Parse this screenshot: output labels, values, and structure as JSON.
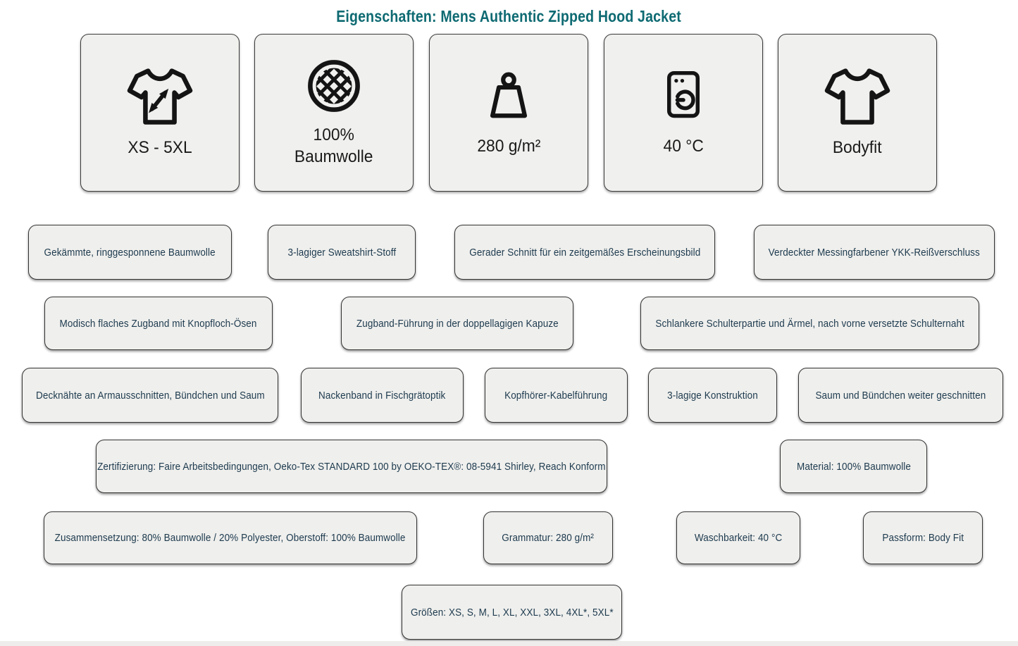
{
  "page": {
    "title": "Eigenschaften: Mens Authentic Zipped Hood Jacket"
  },
  "colors": {
    "title_teal": "#0e6a72",
    "pill_text_navy": "#1d3a4e",
    "panel_bg": "#f0f0ee",
    "panel_border": "#333333",
    "icon_black": "#141414"
  },
  "cards": [
    {
      "icon": "tshirt-size-icon",
      "label": "XS - 5XL"
    },
    {
      "icon": "fabric-weave-icon",
      "label": "100%\nBaumwolle"
    },
    {
      "icon": "weight-icon",
      "label": "280 g/m²"
    },
    {
      "icon": "washing-machine-icon",
      "label": "40 °C"
    },
    {
      "icon": "tshirt-icon",
      "label": "Bodyfit"
    }
  ],
  "features": [
    [
      "Gekämmte, ringgesponnene Baumwolle",
      "3-lagiger Sweatshirt-Stoff",
      "Gerader Schnitt für ein zeitgemäßes Erscheinungsbild",
      "Verdeckter Messingfarbener YKK-Reißverschluss"
    ],
    [
      "Modisch flaches Zugband mit Knopfloch-Ösen",
      "Zugband-Führung in der doppellagigen Kapuze",
      "Schlankere Schulterpartie und Ärmel, nach vorne versetzte Schulternaht"
    ],
    [
      "Decknähte an Armausschnitten, Bündchen und Saum",
      "Nackenband in Fischgrätoptik",
      "Kopfhörer-Kabelführung",
      "3-lagige Konstruktion",
      "Saum und Bündchen weiter geschnitten"
    ],
    [
      "Zertifizierung: Faire Arbeitsbedingungen, Oeko-Tex STANDARD 100 by OEKO-TEX®: 08-5941 Shirley, Reach Konform",
      "Material: 100% Baumwolle"
    ],
    [
      "Zusammensetzung: 80% Baumwolle / 20% Polyester, Oberstoff: 100% Baumwolle",
      "Grammatur: 280 g/m²",
      "Waschbarkeit: 40 °C",
      "Passform: Body Fit"
    ],
    [
      "Größen: XS, S, M, L, XL, XXL, 3XL, 4XL*, 5XL*"
    ]
  ]
}
